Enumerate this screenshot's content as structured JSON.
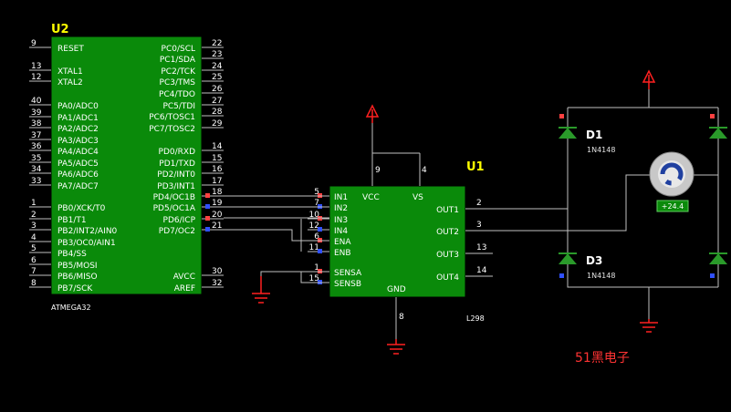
{
  "u2": {
    "ref": "U2",
    "part": "ATMEGA32",
    "left_pins": [
      {
        "num": "9",
        "name": "RESET"
      },
      {
        "num": "13",
        "name": "XTAL1"
      },
      {
        "num": "12",
        "name": "XTAL2"
      },
      {
        "num": "40",
        "name": "PA0/ADC0"
      },
      {
        "num": "39",
        "name": "PA1/ADC1"
      },
      {
        "num": "38",
        "name": "PA2/ADC2"
      },
      {
        "num": "37",
        "name": "PA3/ADC3"
      },
      {
        "num": "36",
        "name": "PA4/ADC4"
      },
      {
        "num": "35",
        "name": "PA5/ADC5"
      },
      {
        "num": "34",
        "name": "PA6/ADC6"
      },
      {
        "num": "33",
        "name": "PA7/ADC7"
      },
      {
        "num": "1",
        "name": "PB0/XCK/T0"
      },
      {
        "num": "2",
        "name": "PB1/T1"
      },
      {
        "num": "3",
        "name": "PB2/INT2/AIN0"
      },
      {
        "num": "4",
        "name": "PB3/OC0/AIN1"
      },
      {
        "num": "5",
        "name": "PB4/SS"
      },
      {
        "num": "6",
        "name": "PB5/MOSI"
      },
      {
        "num": "7",
        "name": "PB6/MISO"
      },
      {
        "num": "8",
        "name": "PB7/SCK"
      }
    ],
    "right_pins": [
      {
        "num": "22",
        "name": "PC0/SCL"
      },
      {
        "num": "23",
        "name": "PC1/SDA"
      },
      {
        "num": "24",
        "name": "PC2/TCK"
      },
      {
        "num": "25",
        "name": "PC3/TMS"
      },
      {
        "num": "26",
        "name": "PC4/TDO"
      },
      {
        "num": "27",
        "name": "PC5/TDI"
      },
      {
        "num": "28",
        "name": "PC6/TOSC1"
      },
      {
        "num": "29",
        "name": "PC7/TOSC2"
      },
      {
        "num": "14",
        "name": "PD0/RXD"
      },
      {
        "num": "15",
        "name": "PD1/TXD"
      },
      {
        "num": "16",
        "name": "PD2/INT0"
      },
      {
        "num": "17",
        "name": "PD3/INT1"
      },
      {
        "num": "18",
        "name": "PD4/OC1B"
      },
      {
        "num": "19",
        "name": "PD5/OC1A"
      },
      {
        "num": "20",
        "name": "PD6/ICP"
      },
      {
        "num": "21",
        "name": "PD7/OC2"
      },
      {
        "num": "30",
        "name": "AVCC"
      },
      {
        "num": "32",
        "name": "AREF"
      }
    ]
  },
  "u1": {
    "ref": "U1",
    "part": "L298",
    "left_pins": [
      {
        "num": "5",
        "name": "IN1"
      },
      {
        "num": "7",
        "name": "IN2"
      },
      {
        "num": "10",
        "name": "IN3"
      },
      {
        "num": "12",
        "name": "IN4"
      },
      {
        "num": "6",
        "name": "ENA"
      },
      {
        "num": "11",
        "name": "ENB"
      },
      {
        "num": "1",
        "name": "SENSA"
      },
      {
        "num": "15",
        "name": "SENSB"
      }
    ],
    "right_pins": [
      {
        "num": "2",
        "name": "OUT1"
      },
      {
        "num": "3",
        "name": "OUT2"
      },
      {
        "num": "13",
        "name": "OUT3"
      },
      {
        "num": "14",
        "name": "OUT4"
      }
    ],
    "top_pins": [
      {
        "num": "9",
        "name": "VCC"
      },
      {
        "num": "4",
        "name": "VS"
      }
    ],
    "bottom_pins": [
      {
        "num": "8",
        "name": "GND"
      }
    ]
  },
  "diodes": [
    {
      "ref": "D1",
      "part": "1N4148"
    },
    {
      "ref": "D3",
      "part": "1N4148"
    }
  ],
  "motor": {
    "readout": "+24.4"
  },
  "watermark": "51黑电子",
  "colors": {
    "background": "#000000",
    "chip_fill": "#0a8a0a",
    "chip_border": "#000000",
    "wire": "#c0c0c0",
    "power": "#ff2020",
    "ground": "#ff2020",
    "ref_text": "#ffff00",
    "diode": "#2a9a2a",
    "motor": "#c0c0c0",
    "watermark": "#ff3333"
  }
}
